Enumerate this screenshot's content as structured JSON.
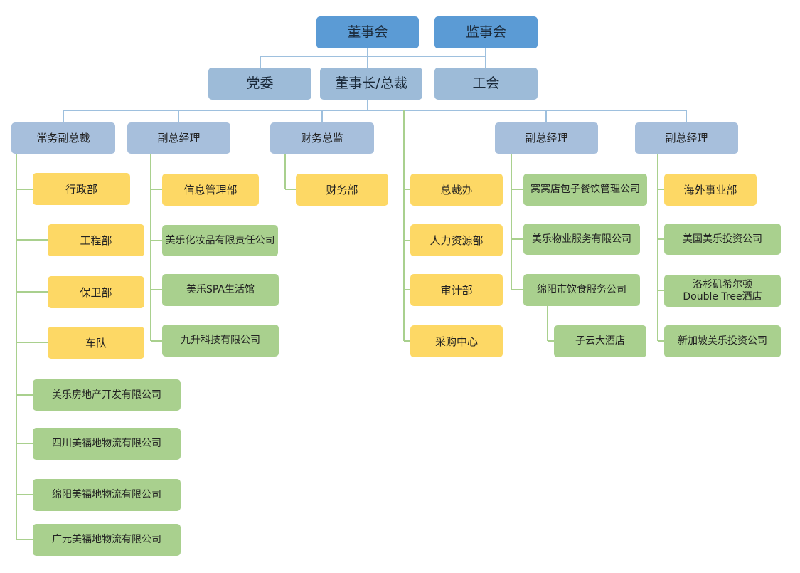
{
  "top": {
    "board": "董事会",
    "supervisors": "监事会"
  },
  "level2": {
    "party": "党委",
    "chairman": "董事长/总裁",
    "union": "工会"
  },
  "level3": {
    "exec_vp": "常务副总裁",
    "vp_a": "副总经理",
    "cfo": "财务总监",
    "vp_b": "副总经理",
    "vp_c": "副总经理"
  },
  "exec_vp_units": [
    "行政部",
    "工程部",
    "保卫部",
    "车队",
    "美乐房地产开发有限公司",
    "四川美福地物流有限公司",
    "绵阳美福地物流有限公司",
    "广元美福地物流有限公司"
  ],
  "vp_a_units": [
    "信息管理部",
    "美乐化妆品有限责任公司",
    "美乐SPA生活馆",
    "九升科技有限公司"
  ],
  "cfo_units": [
    "财务部"
  ],
  "chairman_units": [
    "总裁办",
    "人力资源部",
    "审计部",
    "采购中心"
  ],
  "vp_b_units": [
    "窝窝店包子餐饮管理公司",
    "美乐物业服务有限公司",
    "绵阳市饮食服务公司"
  ],
  "vp_b_sub": "子云大酒店",
  "vp_c_units": [
    "海外事业部",
    "美国美乐投资公司",
    "洛杉矶希尔顿\nDouble Tree酒店",
    "新加坡美乐投资公司"
  ]
}
